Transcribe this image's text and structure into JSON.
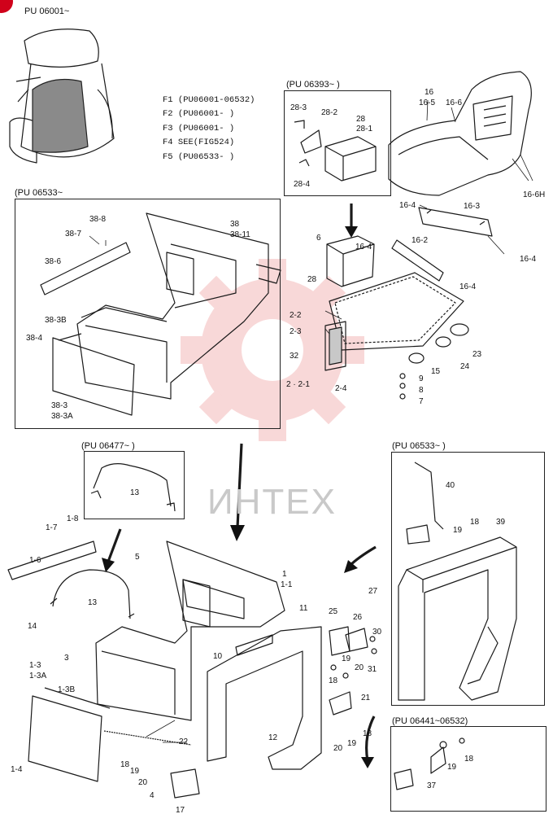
{
  "serial_top": "PU 06001~",
  "legend": [
    "F1 (PU06001-06532)",
    "F2 (PU06001-      )",
    "F3 (PU06001-      )",
    "F4 SEE(FIG524)",
    "F5 (PU06533-      )"
  ],
  "boxes": {
    "box_06393": "(PU 06393~      )",
    "box_06533_left": "(PU 06533~",
    "box_06477": "(PU 06477~      )",
    "box_06533_right": "(PU 06533~      )",
    "box_06441": "(PU 06441~06532)"
  },
  "watermark": "ИНТЕХ",
  "callouts": {
    "c16": "16",
    "c16_5": "16-5",
    "c16_6": "16-6",
    "c16_6h": "16-6H",
    "c16_4a": "16-4",
    "c16_3": "16-3",
    "c16_2": "16-2",
    "c16_4b": "16-4",
    "c16_4c": "16-4",
    "c16_4d": "16-4",
    "c28_3": "28-3",
    "c28_2": "28-2",
    "c28": "28",
    "c28_1": "28-1",
    "c28_4": "28-4",
    "c6": "6",
    "c28b": "28",
    "c2_2": "2-2",
    "c2_3": "2-3",
    "c32": "32",
    "c2_21": "2 · 2-1",
    "c2_4": "2-4",
    "c9": "9",
    "c8": "8",
    "c7": "7",
    "c15": "15",
    "c24": "24",
    "c23": "23",
    "c38_8": "38-8",
    "c38_7": "38-7",
    "c38_6": "38-6",
    "c38": "38",
    "c38_11": "38-11",
    "c38_3b": "38-3B",
    "c38_4": "38-4",
    "c38_3": "38-3",
    "c38_3a": "38-3A",
    "c13a": "13",
    "c40": "40",
    "c18a": "18",
    "c19a": "19",
    "c39": "39",
    "c1_7": "1-7",
    "c1_8": "1-8",
    "c1_6": "1-6",
    "c5": "5",
    "c13b": "13",
    "c14": "14",
    "c1": "1",
    "c1_1": "1-1",
    "c27": "27",
    "c25": "25",
    "c26": "26",
    "c11": "11",
    "c10": "10",
    "c3": "3",
    "c1_3": "1-3",
    "c1_3a": "1-3A",
    "c1_3b": "1-3B",
    "c30": "30",
    "c31": "31",
    "c19b": "19",
    "c20a": "20",
    "c18b": "18",
    "c21": "21",
    "c18c": "18",
    "c20b": "20",
    "c19c": "19",
    "c22": "22",
    "c12": "12",
    "c1_4": "1-4",
    "c18d": "18",
    "c19d": "19",
    "c20c": "20",
    "c4": "4",
    "c17": "17",
    "c18e": "18",
    "c19e": "19",
    "c37": "37"
  }
}
